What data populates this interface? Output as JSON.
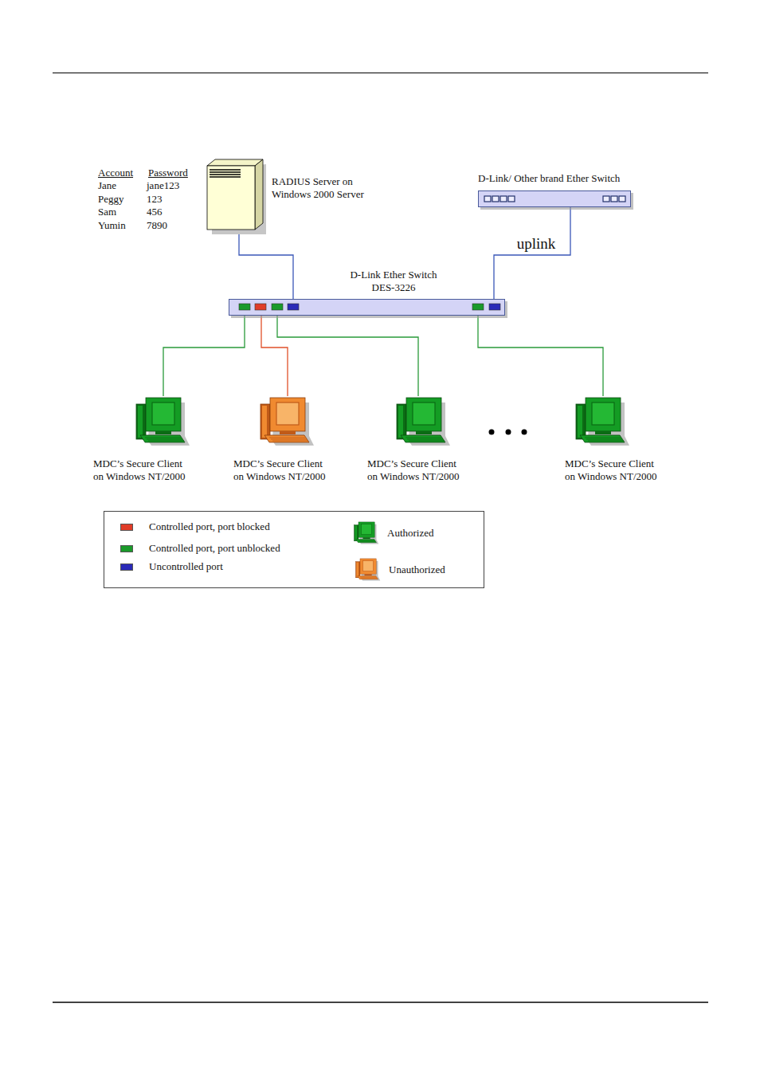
{
  "diagram": {
    "nodes": [
      {
        "text": [
          "RADIUS Server on Windows 2000 Server"
        ]
      },
      {
        "text": [
          "D-Link/ Other brand Ether Switch"
        ]
      },
      {
        "text": [
          "D-Link Ether Switch DES-3226"
        ]
      },
      {
        "text": [
          "MDC’s Secure Client on Windows NT/2000"
        ]
      },
      {
        "text": [
          "MDC’s Secure Client on Windows NT/2000"
        ]
      },
      {
        "text": [
          "MDC’s Secure Client on Windows NT/2000"
        ]
      },
      {
        "text": [
          "MDC’s Secure Client on Windows NT/2000"
        ]
      }
    ],
    "edges": [
      {
        "from": 0,
        "to": 2,
        "arrow": "none"
      },
      {
        "from": 1,
        "to": 2,
        "arrow": "none",
        "label": "uplink"
      },
      {
        "from": 2,
        "to": 3,
        "arrow": "none"
      },
      {
        "from": 2,
        "to": 4,
        "arrow": "none"
      },
      {
        "from": 2,
        "to": 5,
        "arrow": "none"
      },
      {
        "from": 2,
        "to": 6,
        "arrow": "none"
      }
    ],
    "labels": [
      "Account",
      "Password",
      "Jane",
      "jane123",
      "Peggy",
      "123",
      "Sam",
      "456",
      "Yumin",
      "7890"
    ],
    "legend": [
      {
        "text": "Controlled port, port blocked",
        "color": "#e03c28"
      },
      {
        "text": "Controlled port, port unblocked",
        "color": "#1a9a2a"
      },
      {
        "text": "Uncontrolled port",
        "color": "#2a2ab8"
      },
      {
        "text": "Authorized"
      },
      {
        "text": "Unauthorized"
      }
    ]
  }
}
